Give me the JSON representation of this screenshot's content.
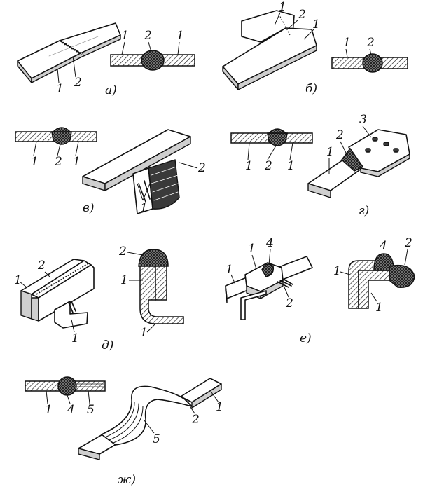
{
  "figure": {
    "captions": {
      "a": "а)",
      "b": "б)",
      "v": "в)",
      "g": "г)",
      "d": "д)",
      "e": "е)",
      "zh": "ж)"
    },
    "labels": {
      "n1": "1",
      "n2": "2",
      "n3": "3",
      "n4": "4",
      "n5": "5"
    }
  }
}
